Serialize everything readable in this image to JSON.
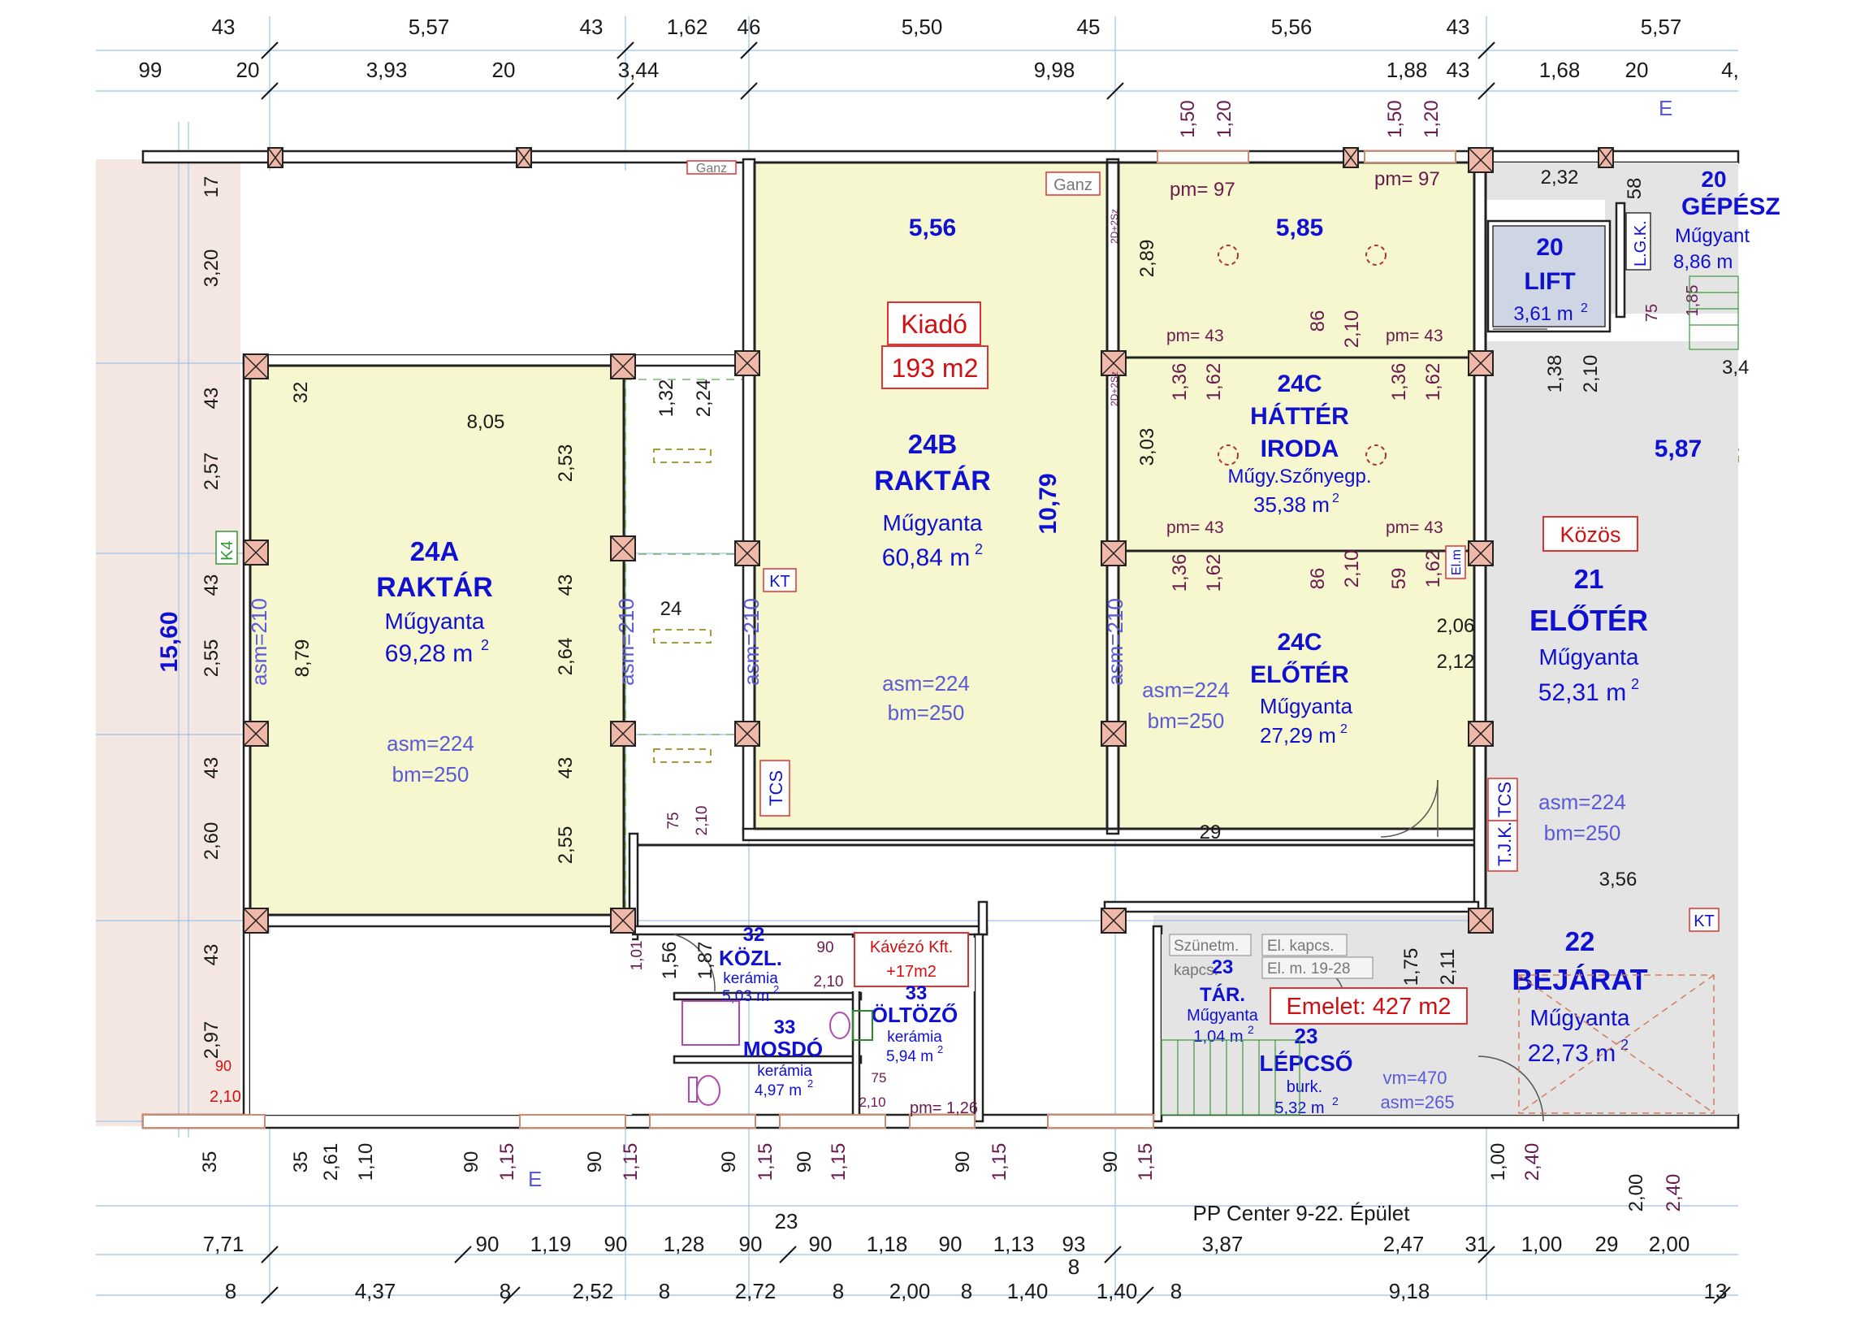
{
  "top_dims_row1": [
    "43",
    "5,57",
    "43",
    "1,62",
    "46",
    "5,50",
    "45",
    "5,56",
    "43",
    "5,57"
  ],
  "top_dims_row2": [
    "99",
    "20",
    "3,93",
    "20",
    "3,44",
    "9,98",
    "1,88",
    "43",
    "1,68",
    "20",
    "4,"
  ],
  "top_window_dims": [
    "1,50",
    "1,20",
    "1,50",
    "1,20"
  ],
  "pm_labels": [
    "pm= 97",
    "pm= 97",
    "pm= 43",
    "pm= 43",
    "pm= 43",
    "pm= 43",
    "pm= 1,26"
  ],
  "left_dims": [
    "17",
    "3,20",
    "43",
    "2,57",
    "43",
    "2,55",
    "43",
    "2,60",
    "43",
    "2,97",
    "15,60"
  ],
  "bottom_dims_row0": [
    "35",
    "35",
    "2,61",
    "1,10",
    "90",
    "1,15",
    "90",
    "1,15",
    "90",
    "1,15",
    "90",
    "1,15",
    "90",
    "1,15",
    "90",
    "1,15",
    "1,00",
    "2,40",
    "2,00",
    "2,40"
  ],
  "bottom_dims_row1": [
    "7,71",
    "90",
    "1,19",
    "90",
    "1,28",
    "90",
    "90",
    "1,18",
    "90",
    "1,13",
    "93",
    "3,87",
    "2,47",
    "31",
    "1,00",
    "29",
    "2,00"
  ],
  "bottom_dims_row2": [
    "8",
    "4,37",
    "8",
    "2,52",
    "8",
    "2,72",
    "8",
    "2,00",
    "8",
    "1,40",
    "1,40",
    "8",
    "9,18",
    "13"
  ],
  "bottom_misc": [
    "23",
    "8"
  ],
  "building_caption": "PP Center 9-22. Épület",
  "axis_marks": [
    "E",
    "E"
  ],
  "tags": {
    "ganz": "Ganz",
    "ganz2": "Ganz",
    "kt": "KT",
    "kt2": "KT",
    "tcs": "TCS",
    "tcs2": "TCS",
    "tjk": "T.J.K.",
    "k4": "K4",
    "lgk": "L.G.K.",
    "elm": "El.m",
    "door_tag_a": "2D+2Sz",
    "door_tag_b": "2D+2Sz"
  },
  "rental": {
    "label": "Kiadó",
    "area": "193 m2"
  },
  "kozos_label": "Közös",
  "kavezo": {
    "name": "Kávézó Kft.",
    "area": "+17m2"
  },
  "emelet": "Emelet:  427 m2",
  "rooms": {
    "r24a": {
      "number": "24A",
      "name": "RAKTÁR",
      "finish": "Műgyanta",
      "area": "69,28 m",
      "sup": "2",
      "asm": "asm=224",
      "bm": "bm=250"
    },
    "r24b": {
      "number": "24B",
      "name": "RAKTÁR",
      "finish": "Műgyanta",
      "area": "60,84 m",
      "sup": "2",
      "asm": "asm=224",
      "bm": "bm=250"
    },
    "r24c_iroda": {
      "number": "24C",
      "name1": "HÁTTÉR",
      "name2": "IRODA",
      "finish": "Műgy.Szőnyegp.",
      "area": "35,38 m",
      "sup": "2"
    },
    "r24c_eloter": {
      "number": "24C",
      "name": "ELŐTÉR",
      "finish": "Műgyanta",
      "area": "27,29 m",
      "sup": "2",
      "asm": "asm=224",
      "bm": "bm=250"
    },
    "r21": {
      "number": "21",
      "name": "ELŐTÉR",
      "finish": "Műgyanta",
      "area": "52,31 m",
      "sup": "2",
      "asm": "asm=224",
      "bm": "bm=250"
    },
    "r22": {
      "number": "22",
      "name": "BEJÁRAT",
      "finish": "Műgyanta",
      "area": "22,73 m",
      "sup": "2"
    },
    "r20_lift": {
      "number": "20",
      "name": "LIFT",
      "area": "3,61 m",
      "sup": "2"
    },
    "r20_gepesz": {
      "number": "20",
      "name": "GÉPÉSZ",
      "finish": "Műgyant",
      "area": "8,86 m"
    },
    "r23_tar": {
      "number": "23",
      "name": "TÁR.",
      "finish": "Műgyanta",
      "area": "1,04 m",
      "sup": "2"
    },
    "r23_lepcso": {
      "number": "23",
      "name": "LÉPCSŐ",
      "finish": "burk.",
      "area": "5,32 m",
      "sup": "2",
      "vm": "vm=470",
      "asm": "asm=265"
    },
    "r32": {
      "number": "32",
      "name": "KÖZL.",
      "finish": "kerámia",
      "area": "5,03 m",
      "sup": "2"
    },
    "r33_oltozo": {
      "number": "33",
      "name": "ÖLTÖZŐ",
      "finish": "kerámia",
      "area": "5,94 m",
      "sup": "2"
    },
    "r33_mosdo": {
      "number": "33",
      "name": "MOSDÓ",
      "finish": "kerámia",
      "area": "4,97 m",
      "sup": "2"
    }
  },
  "room_dims": {
    "r24a_w": "8,05",
    "r24a_h": "8,79",
    "r24a_mid": "24",
    "r24a_32": "32",
    "r24b_w": "5,56",
    "r24b_h": "10,79",
    "r24b_132": "1,32",
    "r24b_224": "2,24",
    "r24a_col": [
      "2,53",
      "43",
      "2,64",
      "43",
      "2,55"
    ],
    "asm210": "asm=210",
    "r24c_top": "5,85",
    "r24c_289": "2,89",
    "r24c_303": "3,03",
    "r24c_door": [
      "1,36",
      "1,62",
      "86",
      "2,10",
      "1,36",
      "1,62"
    ],
    "r24c_door2": [
      "1,36",
      "1,62",
      "86",
      "2,10",
      "59",
      "1,62"
    ],
    "r24c_206": "2,06",
    "r24c_212": "2,12",
    "r24c_29": "29",
    "r21_587": "5,87",
    "r21_356": "3,56",
    "lift_232": "2,32",
    "lift_58": "58",
    "lift_138": "1,38",
    "lift_210": "2,10",
    "g_75": "75",
    "g_185": "1,85",
    "g_34": "3,4",
    "kozl": [
      "75",
      "2,10",
      "1,01",
      "1,56",
      "1,87",
      "90",
      "2,10",
      "75",
      "2,10"
    ],
    "r22_175": "1,75",
    "r22_211": "2,11",
    "left_90": "90",
    "left_210": "2,10"
  },
  "service_labels": [
    "Szünetm.",
    "kapcs.",
    "El. kapcs.",
    "El. m. 19-28"
  ]
}
